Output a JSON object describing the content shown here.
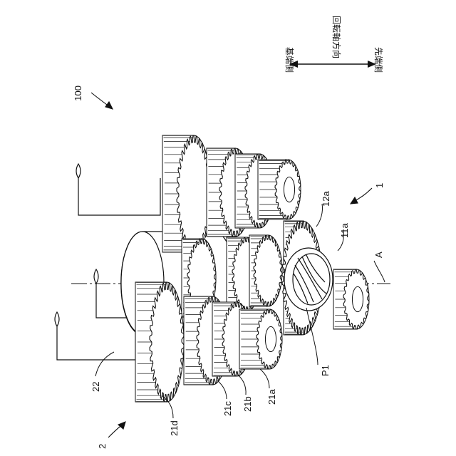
{
  "labels": {
    "ref_100": "100",
    "ref_1": "1",
    "ref_2": "2",
    "ref_22": "22",
    "ref_12a": "12a",
    "ref_11a": "11a",
    "ref_A": "A",
    "ref_P1": "P1",
    "ref_21a": "21a",
    "ref_21b": "21b",
    "ref_21c": "21c",
    "ref_21d": "21d"
  },
  "direction_legend": {
    "title": "回転軸方向",
    "base_side": "基端側",
    "tip_side": "先端側"
  }
}
